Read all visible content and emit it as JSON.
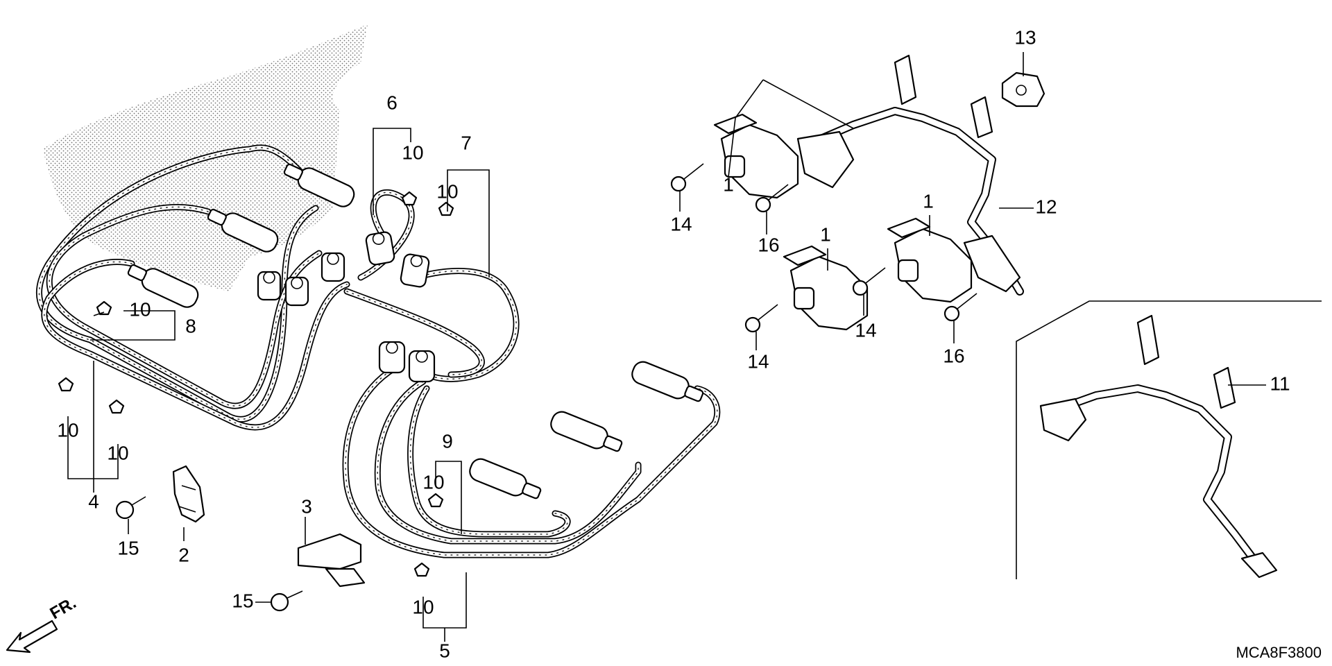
{
  "diagram_code": "MCA8F3800",
  "direction_label": "FR.",
  "callouts": {
    "c1": "1",
    "c2": "2",
    "c3": "3",
    "c4": "4",
    "c5": "5",
    "c6": "6",
    "c7": "7",
    "c8": "8",
    "c9": "9",
    "c10": "10",
    "c11": "11",
    "c12": "12",
    "c13": "13",
    "c14": "14",
    "c15": "15",
    "c16": "16"
  }
}
